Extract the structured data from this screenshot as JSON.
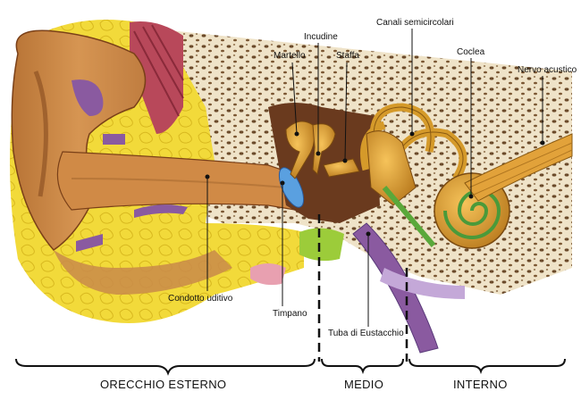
{
  "labels": {
    "incudine": "Incudine",
    "canali": "Canali semicircolari",
    "martello": "Martello",
    "staffa": "Staffa",
    "coclea": "Coclea",
    "nervo": "Nervo acustico",
    "condotto": "Condotto uditivo",
    "timpano": "Timpano",
    "tuba": "Tuba di Eustacchio"
  },
  "regions": {
    "esterno": "ORECCHIO ESTERNO",
    "medio": "MEDIO",
    "interno": "INTERNO"
  },
  "colors": {
    "skin": "#c98a4a",
    "skin_dark": "#8a4f22",
    "fat": "#f2da3a",
    "bone": "#efe3c8",
    "muscle": "#b8485a",
    "ossicles": "#d59a2a",
    "eardrum": "#5aa0e0",
    "purple": "#8a5aa0"
  }
}
